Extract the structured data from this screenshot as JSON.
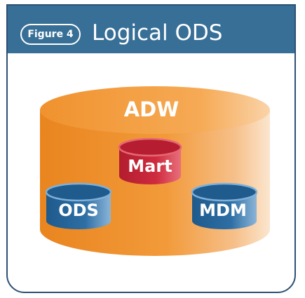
{
  "header": {
    "figure_label": "Figure 4",
    "title": "Logical ODS"
  },
  "diagram": {
    "outer": {
      "label": "ADW"
    },
    "inner": [
      {
        "label": "Mart"
      },
      {
        "label": "ODS"
      },
      {
        "label": "MDM"
      }
    ]
  },
  "colors": {
    "header": "#386f97",
    "border": "#2d4f72",
    "adw": "#f29a3a",
    "mart": "#c8283a",
    "blue_cylinders": "#2a6a9f"
  }
}
